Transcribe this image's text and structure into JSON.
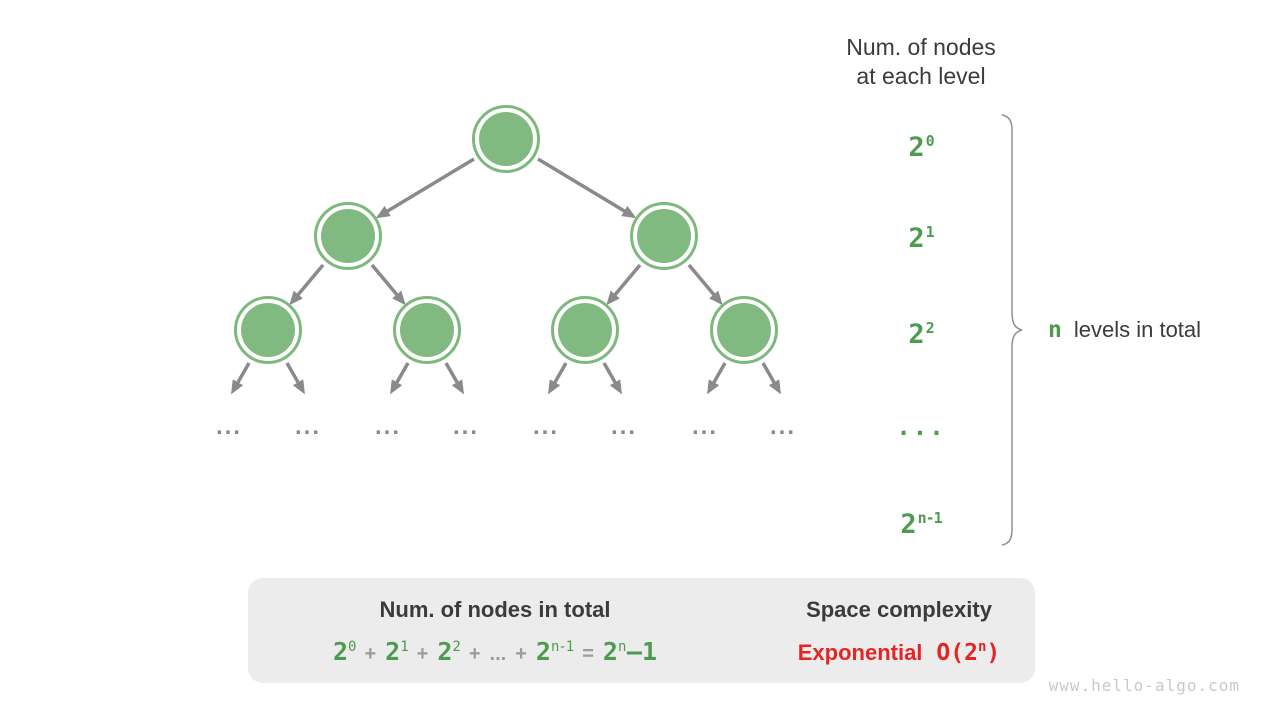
{
  "title": {
    "line1": "Num. of nodes",
    "line2": "at each level"
  },
  "levels": [
    {
      "base": "2",
      "sup": "0"
    },
    {
      "base": "2",
      "sup": "1"
    },
    {
      "base": "2",
      "sup": "2"
    },
    {
      "base": "...",
      "sup": ""
    },
    {
      "base": "2",
      "sup": "n-1"
    }
  ],
  "brace_label": {
    "n": "n",
    "text": "levels in total"
  },
  "tree": {
    "dots": [
      "...",
      "...",
      "...",
      "...",
      "...",
      "...",
      "...",
      "..."
    ]
  },
  "summary": {
    "left_title": "Num. of nodes in total",
    "formula": [
      {
        "text": "2",
        "sup": "0"
      },
      {
        "text": "+",
        "sup": ""
      },
      {
        "text": "2",
        "sup": "1"
      },
      {
        "text": "+",
        "sup": ""
      },
      {
        "text": "2",
        "sup": "2"
      },
      {
        "text": "+",
        "sup": ""
      },
      {
        "text": "...",
        "sup": ""
      },
      {
        "text": "+",
        "sup": ""
      },
      {
        "text": "2",
        "sup": "n-1"
      },
      {
        "text": "=",
        "sup": ""
      },
      {
        "text": "2",
        "sup": "n"
      },
      {
        "text": "–1",
        "sup": ""
      }
    ],
    "right_title": "Space complexity",
    "complexity": {
      "word": "Exponential",
      "prefix": "O(2",
      "sup": "n",
      "suffix": ")"
    }
  },
  "watermark": "www.hello-algo.com",
  "colors": {
    "node_green": "#81ba81",
    "text_green": "#4e9b50",
    "edge_gray": "#8a8a8a",
    "red": "#e42525",
    "box_bg": "#ececec",
    "dark_text": "#3b3b3b",
    "flow_arrow_gray": "#c7c7c7"
  }
}
